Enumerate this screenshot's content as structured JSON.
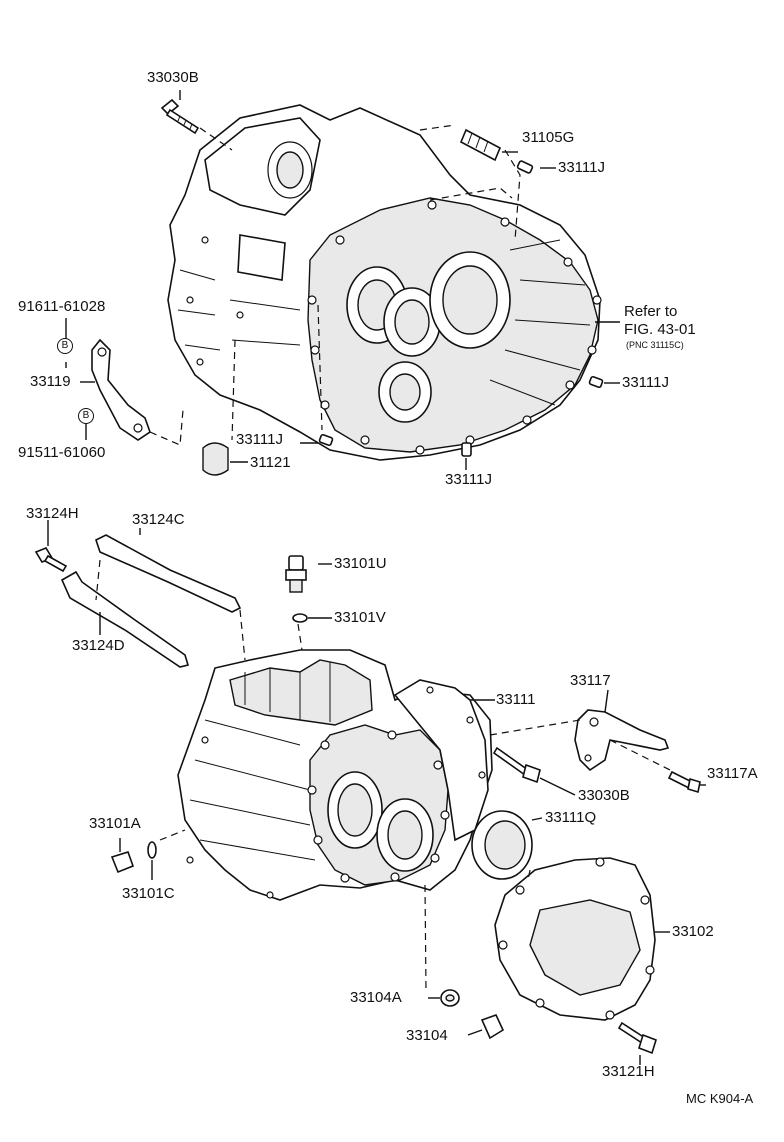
{
  "labels": {
    "p33030B_top": "33030B",
    "p31105G": "31105G",
    "p33111J_a": "33111J",
    "p91611": "91611-61028",
    "p33119": "33119",
    "p91511": "91511-61060",
    "refer_line1": "Refer to",
    "refer_line2": "FIG. 43-01",
    "refer_line3": "(PNC 31115C)",
    "p33111J_b": "33111J",
    "p33111J_c": "33111J",
    "p31121": "31121",
    "p33111J_d": "33111J",
    "p33124H": "33124H",
    "p33124C": "33124C",
    "p33101U": "33101U",
    "p33101V": "33101V",
    "p33124D": "33124D",
    "p33117": "33117",
    "p33111": "33111",
    "p33030B_mid": "33030B",
    "p33117A": "33117A",
    "p33101A": "33101A",
    "p33111Q": "33111Q",
    "p33101C": "33101C",
    "p33102": "33102",
    "p33104A": "33104A",
    "p33104": "33104",
    "p33121H": "33121H",
    "ref_code": "MC K904-A"
  },
  "marks": {
    "bolt_mark": "B"
  }
}
